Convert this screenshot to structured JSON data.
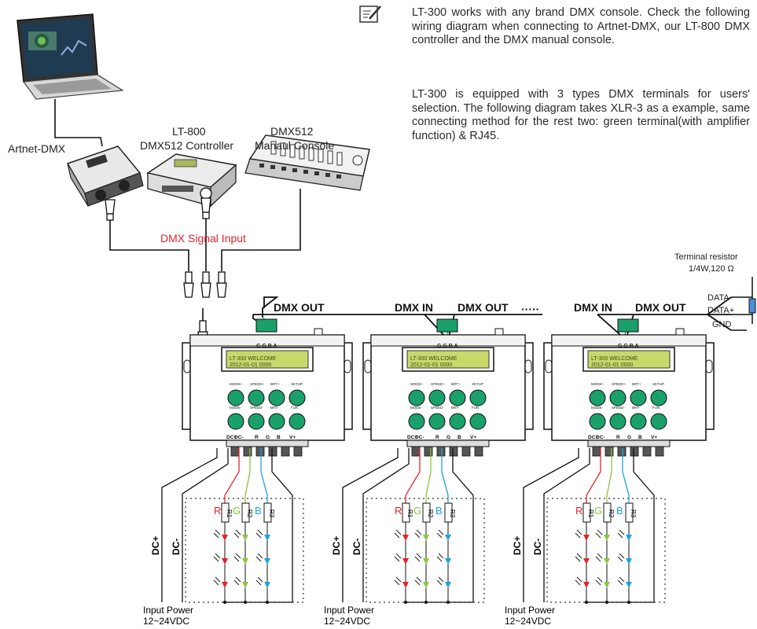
{
  "notes": {
    "p1": "LT-300 works with any brand DMX console. Check the following wiring diagram when connecting to Artnet-DMX, our LT-800 DMX controller and the DMX manual console.",
    "p2": "LT-300 is equipped with 3 types DMX terminals for users' selection. The following diagram takes XLR-3 as a example, same connecting method for the rest two: green terminal(with amplifier function) & RJ45."
  },
  "sources": {
    "artnet": "Artnet-DMX",
    "lt800_line1": "LT-800",
    "lt800_line2": "DMX512 Controller",
    "console_line1": "DMX512",
    "console_line2": "Manaul Console",
    "signal_input": "DMX Signal Input"
  },
  "bus": {
    "dmx_out": "DMX OUT",
    "dmx_in": "DMX IN",
    "dots": "·····",
    "terminal_title": "Terminal resistor",
    "terminal_spec": "1/4W,120 Ω",
    "data_minus": "DATA-",
    "data_plus": "DATA+",
    "gnd": "GND"
  },
  "decoder": {
    "terminal_pins": "G G B A",
    "lcd_line1": "LT-300     WELCOME",
    "lcd_line2": "2012-01-01     0000",
    "buttons_top": [
      "MODE+",
      "SPEED+",
      "BRT+",
      "SETUP"
    ],
    "buttons_bottom": [
      "MODE-",
      "SPEED-",
      "BRT-",
      "FUN"
    ],
    "output_pins": [
      "DC+",
      "DC-",
      "R",
      "G",
      "B",
      "V+"
    ]
  },
  "leds": {
    "labels": [
      "R",
      "G",
      "B"
    ],
    "resistors": [
      "R1",
      "R2",
      "R3"
    ],
    "dc_plus": "DC+",
    "dc_minus": "DC-",
    "power_line1": "Input Power",
    "power_line2": "12~24VDC"
  },
  "colors": {
    "red": "#e5222c",
    "green": "#8dc63f",
    "blue": "#1ea2dc",
    "signal_text": "#e5222c",
    "button": "#1aa06a",
    "lcd": "#c9d86a"
  }
}
